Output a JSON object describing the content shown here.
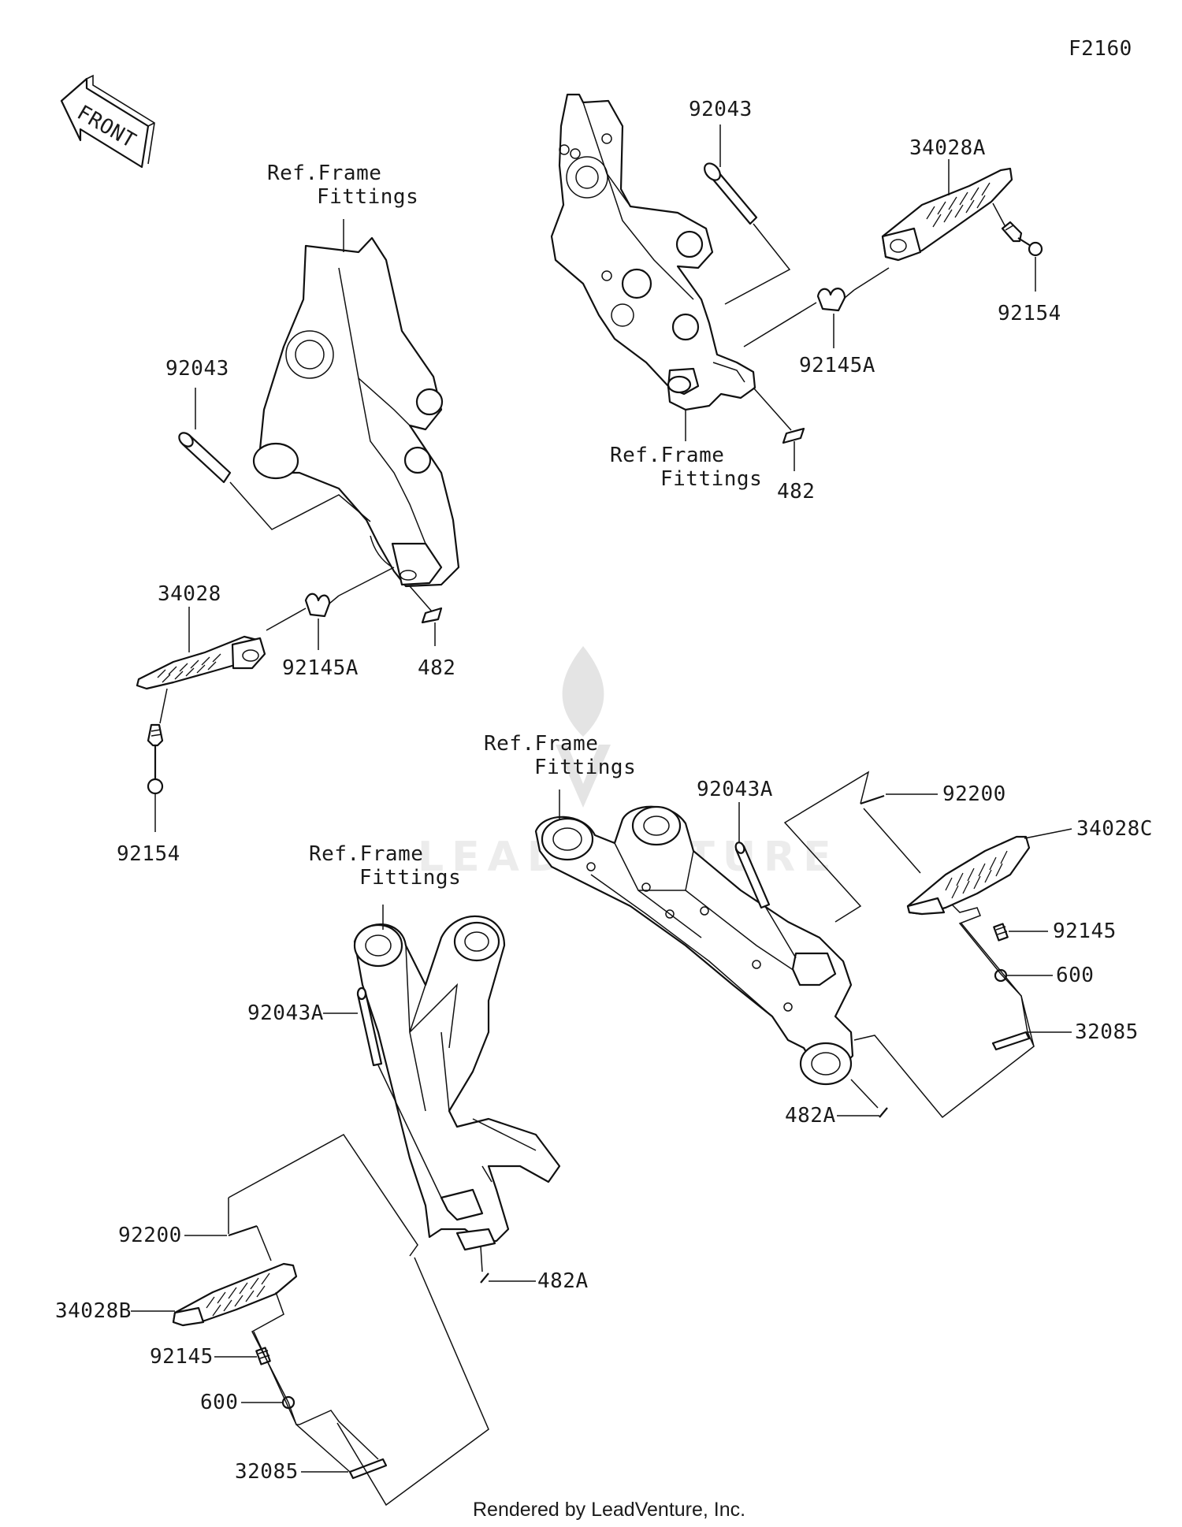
{
  "figure_code": "F2160",
  "front_label": "FRONT",
  "footer": "Rendered by LeadVenture, Inc.",
  "watermark": "LEADVENTURE",
  "callouts": {
    "ul_ref_1": "Ref.Frame",
    "ul_ref_2": "Fittings",
    "ul_92043": "92043",
    "ul_34028": "34028",
    "ul_92145A": "92145A",
    "ul_482": "482",
    "ul_92154": "92154",
    "ur_92043": "92043",
    "ur_34028A": "34028A",
    "ur_92154": "92154",
    "ur_92145A": "92145A",
    "ur_ref_1": "Ref.Frame",
    "ur_ref_2": "Fittings",
    "ur_482": "482",
    "mr_ref_1": "Ref.Frame",
    "mr_ref_2": "Fittings",
    "mr_92043A": "92043A",
    "mr_92200": "92200",
    "mr_34028C": "34028C",
    "mr_92145": "92145",
    "mr_600": "600",
    "mr_32085": "32085",
    "mr_482A": "482A",
    "ll_ref_1": "Ref.Frame",
    "ll_ref_2": "Fittings",
    "ll_92043A": "92043A",
    "ll_92200": "92200",
    "ll_482A": "482A",
    "ll_34028B": "34028B",
    "ll_92145": "92145",
    "ll_600": "600",
    "ll_32085": "32085"
  }
}
